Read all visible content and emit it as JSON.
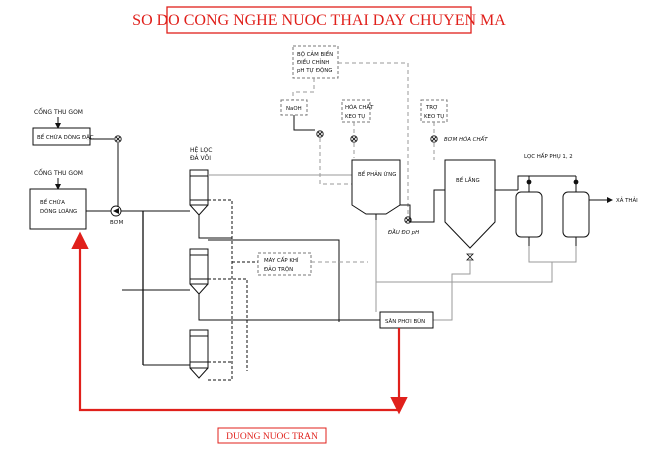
{
  "title": "SO DO CONG NGHE NUOC THAI DAY CHUYEN MA",
  "overflow_label": "DUONG  NUOC TRAN",
  "labels": {
    "cong_thu_gom_1": "CỐNG THU GOM",
    "be_chua_dong_dac": "BỂ CHỨA DÒNG ĐẶC",
    "cong_thu_gom_2": "CỐNG THU GOM",
    "be_chua_dong_loang_1": "BỂ CHỨA",
    "be_chua_dong_loang_2": "DÒNG LOÃNG",
    "bom": "BƠM",
    "he_loc_1": "HỆ LỌC",
    "he_loc_2": "ĐÁ VÔI",
    "sensor_1": "BỘ CẢM BIẾN",
    "sensor_2": "ĐIỀU CHỈNH",
    "sensor_3": "pH TỰ ĐỘNG",
    "naoh": "NaOH",
    "hoa_chat_1": "HÓA CHẤT",
    "hoa_chat_2": "KEO TỤ",
    "tro_1": "TRỢ",
    "tro_2": "KEO TỤ",
    "bom_hoa_chat": "BƠM HÓA CHẤT",
    "be_phan_ung": "BỂ PHẢN ỨNG",
    "dau_do_ph": "ĐẦU ĐO pH",
    "be_lang": "BỂ LẮNG",
    "loc_hap_phu": "LỌC HẤP PHỤ 1, 2",
    "xa_thai": "XẢ THẢI",
    "may_cap_khi_1": "MÁY CẤP KHÍ",
    "may_cap_khi_2": "ĐẢO TRỘN",
    "san_phoi_bun": "SÂN PHƠI BÙN"
  },
  "colors": {
    "title": "#e0201b",
    "overflow_line": "#e0201b",
    "line": "#111111",
    "grey_line": "#9a9a9a",
    "dashed_box_border": "#777777"
  },
  "icons": [
    "valve-icon",
    "pump-icon",
    "arrow-icon",
    "flow-direction-arrow-icon"
  ]
}
